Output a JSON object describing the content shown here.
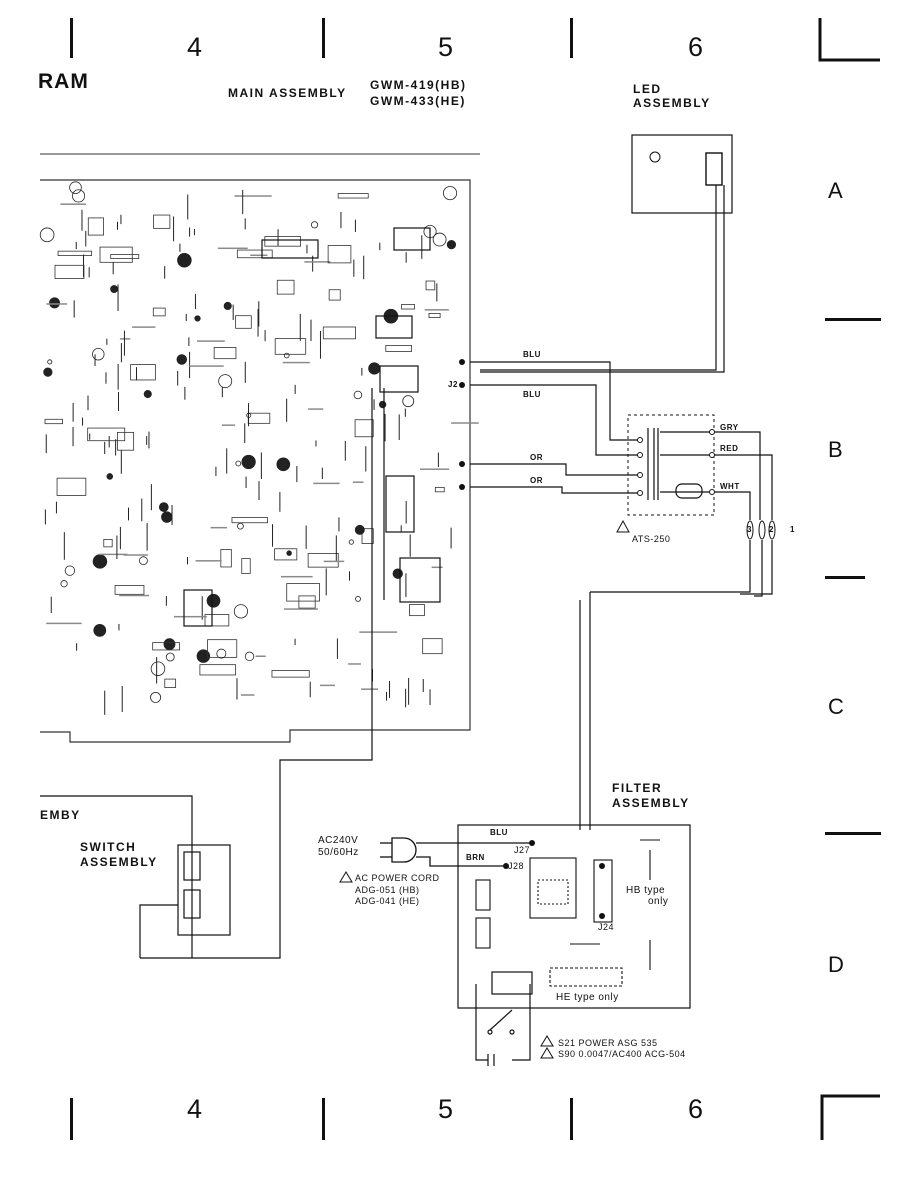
{
  "page": {
    "title_fragment": "RAM",
    "column_numbers": [
      "4",
      "5",
      "6"
    ],
    "row_letters": [
      "A",
      "B",
      "C",
      "D"
    ]
  },
  "main_assembly": {
    "label": "MAIN ASSEMBLY",
    "part_hb": "GWM-419(HB)",
    "part_he": "GWM-433(HE)"
  },
  "led_assembly": {
    "label_line1": "LED",
    "label_line2": "ASSEMBLY",
    "part": "ATS-250"
  },
  "switch_assembly": {
    "label_line1": "SWITCH",
    "label_line2": "ASSEMBLY",
    "fragment": "EMBY"
  },
  "filter_assembly": {
    "label_line1": "FILTER",
    "label_line2": "ASSEMBLY",
    "hb_note_line1": "HB type",
    "hb_note_line2": "only",
    "he_note": "HE type only"
  },
  "wires": {
    "blu_1": "BLU",
    "blu_2": "BLU",
    "or_1": "OR",
    "or_2": "OR",
    "gry": "GRY",
    "red": "RED",
    "wht": "WHT",
    "blu_filter": "BLU",
    "brn_filter": "BRN",
    "pins": [
      "3",
      "2",
      "1"
    ]
  },
  "power": {
    "ac_line1": "AC240V",
    "ac_line2": "50/60Hz",
    "cord_line1": "AC POWER CORD",
    "cord_line2": "ADG-051 (HB)",
    "cord_line3": "ADG-041 (HE)",
    "switch_note_line1": "S21 POWER ASG 535",
    "switch_note_line2": "S90 0.0047/AC400 ACG-504"
  },
  "connectors": {
    "j2": "J2",
    "j27": "J27",
    "j28": "J28",
    "j24": "J24"
  },
  "colors": {
    "ink": "#111111",
    "paper": "#ffffff",
    "component_gray": "#8a8a8a"
  }
}
